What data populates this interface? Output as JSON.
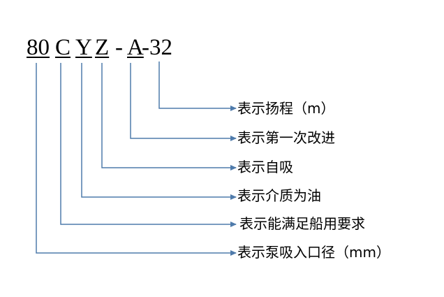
{
  "code": {
    "segments": {
      "s0": "80",
      "s1": "C",
      "s2": "Y",
      "s3": "Z",
      "s4": "-",
      "s5": "A",
      "s6": "-32"
    }
  },
  "labels": {
    "head": "表示扬程（m）",
    "modification": "表示第一次改进",
    "self_priming": "表示自吸",
    "medium": "表示介质为油",
    "marine": "表示能满足船用要求",
    "inlet_diameter": "表示泵吸入口径（mm）"
  },
  "colors": {
    "connector": "#4f7bab",
    "text": "#000000"
  }
}
